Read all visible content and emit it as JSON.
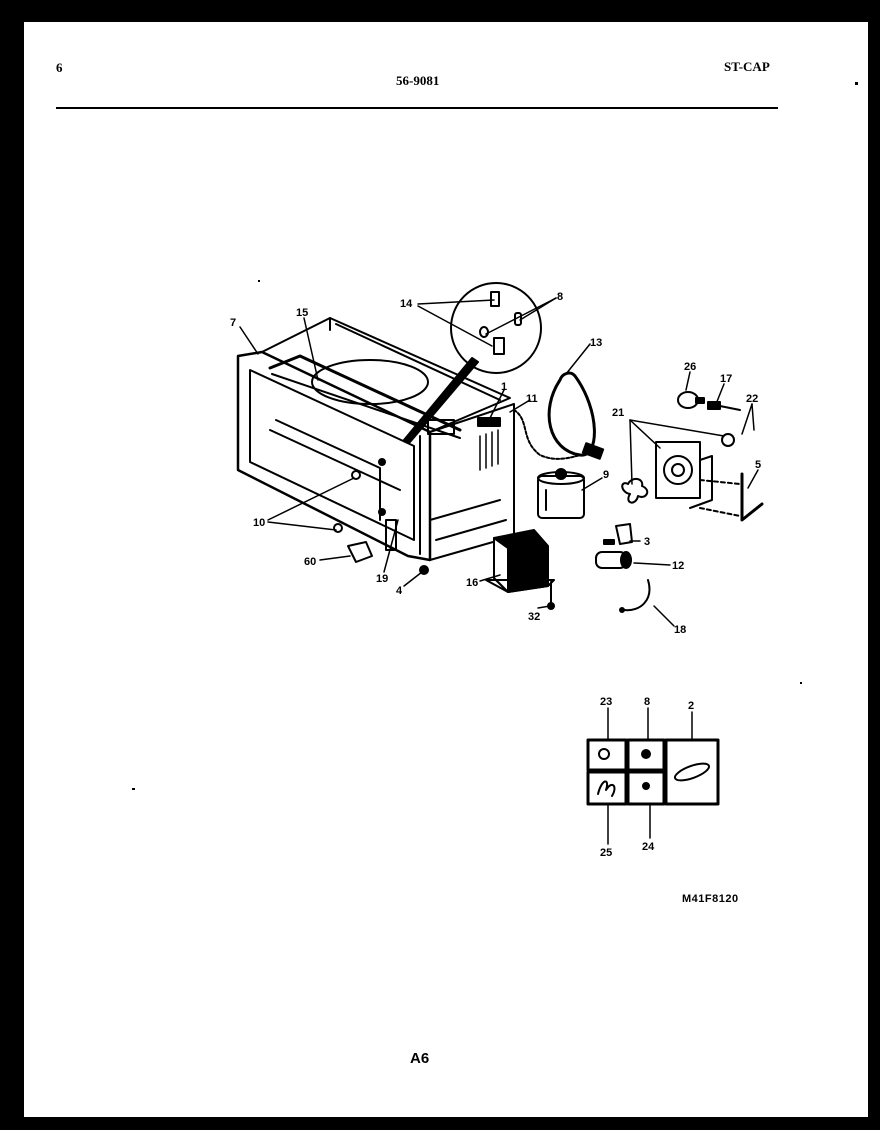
{
  "header": {
    "page_number": "6",
    "model_number": "56-9081",
    "section": "ST-CAP"
  },
  "diagram": {
    "title_code": "M41F8120",
    "page_code": "A6",
    "callouts": [
      {
        "id": "c7",
        "label": "7"
      },
      {
        "id": "c15",
        "label": "15"
      },
      {
        "id": "c14",
        "label": "14"
      },
      {
        "id": "c8a",
        "label": "8"
      },
      {
        "id": "c13",
        "label": "13"
      },
      {
        "id": "c1",
        "label": "1"
      },
      {
        "id": "c11",
        "label": "11"
      },
      {
        "id": "c26",
        "label": "26"
      },
      {
        "id": "c17",
        "label": "17"
      },
      {
        "id": "c22",
        "label": "22"
      },
      {
        "id": "c21",
        "label": "21"
      },
      {
        "id": "c5",
        "label": "5"
      },
      {
        "id": "c9",
        "label": "9"
      },
      {
        "id": "c10",
        "label": "10"
      },
      {
        "id": "c60",
        "label": "60"
      },
      {
        "id": "c19",
        "label": "19"
      },
      {
        "id": "c4",
        "label": "4"
      },
      {
        "id": "c16",
        "label": "16"
      },
      {
        "id": "c32",
        "label": "32"
      },
      {
        "id": "c3",
        "label": "3"
      },
      {
        "id": "c12",
        "label": "12"
      },
      {
        "id": "c18",
        "label": "18"
      }
    ],
    "inset_callouts": [
      {
        "id": "i23",
        "label": "23"
      },
      {
        "id": "i8",
        "label": "8"
      },
      {
        "id": "i2",
        "label": "2"
      },
      {
        "id": "i25",
        "label": "25"
      },
      {
        "id": "i24",
        "label": "24"
      }
    ]
  }
}
